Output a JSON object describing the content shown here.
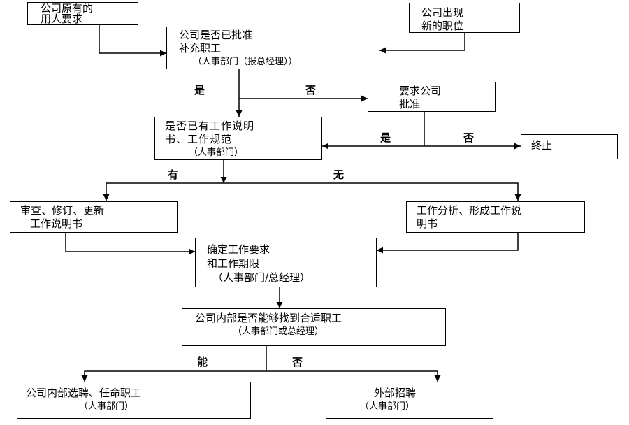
{
  "nodes": {
    "existing_need": {
      "lines": [
        "公司原有的",
        "用人要求"
      ]
    },
    "new_position": {
      "lines": [
        "公司出现",
        "新的职位"
      ]
    },
    "approve_hire": {
      "lines": [
        "公司是否已批准",
        "补充职工",
        "（人事部门（报总经理））"
      ]
    },
    "request_approval": {
      "lines": [
        "要求公司",
        "批准"
      ]
    },
    "has_job_desc": {
      "lines": [
        "是否已有工作说明",
        "书、工作规范",
        "（人事部门）"
      ]
    },
    "terminate": {
      "lines": [
        "终止"
      ]
    },
    "review_update": {
      "lines": [
        "审查、修订、更新",
        "工作说明书"
      ]
    },
    "job_analysis": {
      "lines": [
        "工作分析、形成工作说",
        "明书"
      ]
    },
    "determine_req": {
      "lines": [
        "确定工作要求",
        "和工作期限",
        "（人事部门/总经理）"
      ]
    },
    "internal_find": {
      "lines": [
        "公司内部是否能够找到合适职工",
        "（人事部门或总经理）"
      ]
    },
    "internal_hire": {
      "lines": [
        "公司内部选聘、任命职工",
        "（人事部门）"
      ]
    },
    "external_hire": {
      "lines": [
        "外部招聘",
        "（人事部门）"
      ]
    }
  },
  "labels": {
    "yes_1": "是",
    "no_1": "否",
    "yes_2": "是",
    "no_2": "否",
    "have": "有",
    "none": "无",
    "can": "能",
    "no_3": "否"
  }
}
